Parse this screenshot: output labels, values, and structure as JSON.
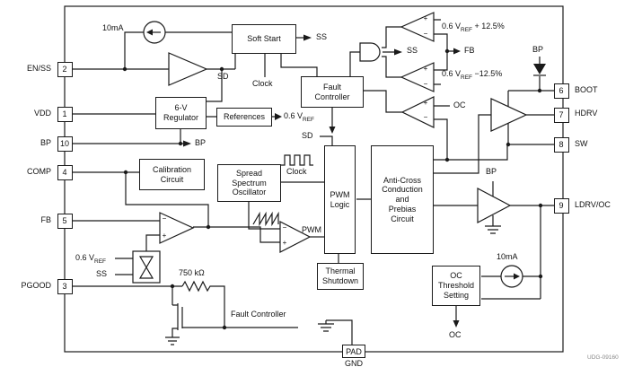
{
  "diagram": {
    "watermark": "UDG-09160",
    "sym": {
      "plus": "+",
      "minus": "−"
    },
    "pins": {
      "left": [
        {
          "label": "EN/SS",
          "num": "2"
        },
        {
          "label": "VDD",
          "num": "1"
        },
        {
          "label": "BP",
          "num": "10"
        },
        {
          "label": "COMP",
          "num": "4"
        },
        {
          "label": "FB",
          "num": "5"
        },
        {
          "label": "PGOOD",
          "num": "3"
        }
      ],
      "right": [
        {
          "label": "BOOT",
          "num": "6"
        },
        {
          "label": "HDRV",
          "num": "7"
        },
        {
          "label": "SW",
          "num": "8"
        },
        {
          "label": "LDRV/OC",
          "num": "9"
        }
      ],
      "bottom": {
        "label": "GND",
        "num": "PAD"
      }
    },
    "blocks": {
      "soft_start": "Soft Start",
      "fault_controller": "Fault Controller",
      "regulator": "6-V Regulator",
      "references": "References",
      "calibration": "Calibration Circuit",
      "spread_spectrum": "Spread Spectrum Oscillator",
      "pwm_logic": "PWM Logic",
      "anti_cross": "Anti-Cross Conduction and Prebias Circuit",
      "thermal": "Thermal Shutdown",
      "oc_threshold": "OC Threshold Setting"
    },
    "labels": {
      "current_top": "10mA",
      "current_bottom": "10mA",
      "ss_softstart": "SS",
      "sd_enable": "SD",
      "clock_softstart": "Clock",
      "vref_out": {
        "pre": "0.6 V",
        "sub": "REF"
      },
      "bp_out": "BP",
      "sd_pwm": "SD",
      "clock_osc": "Clock",
      "pwm_signal": "PWM",
      "vref_select": {
        "pre": "0.6 V",
        "sub": "REF"
      },
      "ss_select": "SS",
      "pullup_resistor": "750 kΩ",
      "fault_controller_signal": "Fault Controller",
      "vref_high": {
        "pre": "0.6 V",
        "sub": "REF",
        "post": " + 12.5%"
      },
      "vref_low": {
        "pre": "0.6 V",
        "sub": "REF",
        "post": " −12.5%"
      },
      "ss_pgood": "SS",
      "fb_signal": "FB",
      "oc_comp": "OC",
      "bp_boot": "BP",
      "bp_lsdrive": "BP",
      "oc_out": "OC"
    }
  }
}
